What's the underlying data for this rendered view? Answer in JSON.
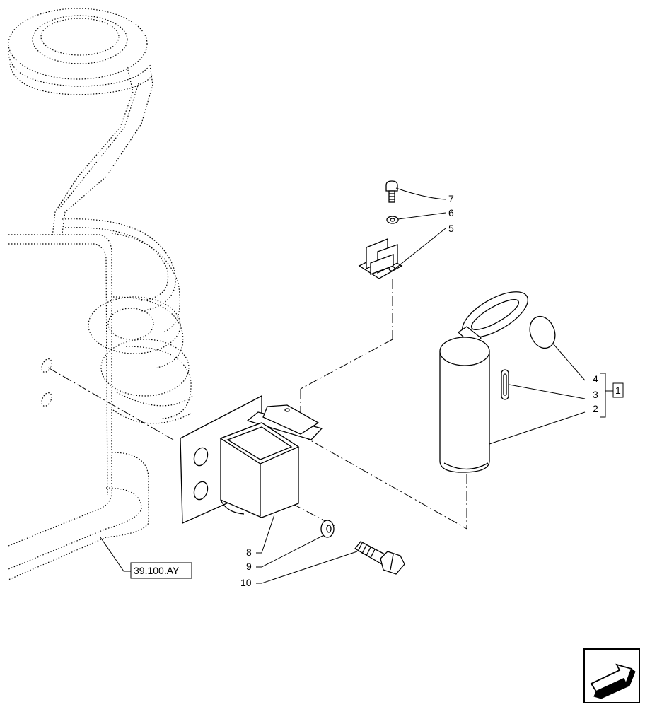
{
  "callouts": [
    "7",
    "6",
    "5",
    "4",
    "3",
    "2",
    "8",
    "9",
    "10"
  ],
  "kit_label": "1",
  "reference_label": "39.100.AY",
  "nav_icon": "next-page-arrow-icon"
}
